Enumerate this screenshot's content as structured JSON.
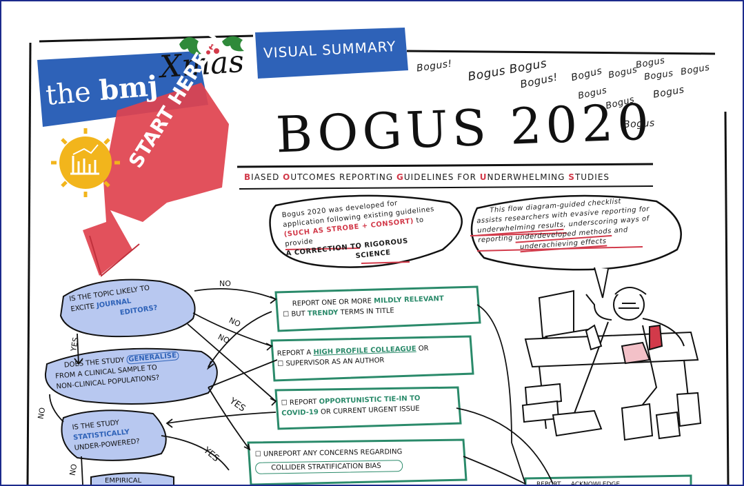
{
  "colors": {
    "border": "#1c2a8c",
    "logo_blue": "#2e62b8",
    "arrow_red": "#e0424e",
    "sun_yellow": "#f2b51c",
    "holly_green": "#2f8a3a",
    "bubble_blue": "#b8c8f0",
    "box_green": "#2a8a6a",
    "highlight_red": "#d23a4a"
  },
  "header": {
    "logo_the": "the",
    "logo_bmj": "bmj",
    "logo_xmas": "Xmas",
    "visual_summary": "VISUAL SUMMARY",
    "start_here": "START HERE !!",
    "title": "BOGUS 2020",
    "bogus_scribbles": [
      "Bogus!",
      "Bogus Bogus",
      "Bogus!",
      "Bogus",
      "Bogus",
      "Bogus",
      "Bogus",
      "Bogus",
      "Bogus",
      "Bogus",
      "Bogus",
      "Bogus"
    ],
    "acronym": [
      "B",
      "IASED ",
      "O",
      "UTCOMES  REPORTING  ",
      "G",
      "UIDELINES  FOR  ",
      "U",
      "NDERWHELMING  ",
      "S",
      "TUDIES"
    ]
  },
  "bubbles": {
    "left": {
      "l1": "Bogus 2020 was developed for",
      "l2": "application following existing guidelines",
      "l3": "(SUCH AS STROBE + CONSORT)",
      "l3b": " to provide",
      "l4": "A CORRECTION TO RIGOROUS",
      "l5": "SCIENCE"
    },
    "right": {
      "l1": "This flow diagram-guided checklist",
      "l2": "assists researchers with evasive reporting for",
      "l3": "underwhelming results",
      "l3b": ", underscoring ways of",
      "l4": "reporting ",
      "l4b": "underdeveloped methods",
      "l4c": " and",
      "l5": "underachieving effects"
    }
  },
  "flow": {
    "q1": {
      "a": "IS THE TOPIC LIKELY TO",
      "b": "EXCITE ",
      "c": "JOURNAL",
      "d": "EDITORS?"
    },
    "q2": {
      "a": "DOES THE STUDY ",
      "b": "GENERALISE",
      "c": "FROM A CLINICAL SAMPLE TO",
      "d": "NON-CLINICAL POPULATIONS?"
    },
    "q3": {
      "a": "IS THE STUDY",
      "b": "STATISTICALLY",
      "c": "UNDER-POWERED?"
    },
    "q4": {
      "a": "EMPIRICAL"
    },
    "yes": "YES",
    "no": "NO",
    "box1": {
      "a": "REPORT ONE OR MORE ",
      "b": "MILDLY RELEVANT",
      "c": "BUT ",
      "d": "TRENDY",
      "e": " TERMS IN TITLE"
    },
    "box2": {
      "a": "REPORT A ",
      "b": "HIGH PROFILE COLLEAGUE",
      "c": " OR",
      "d": "SUPERVISOR AS AN AUTHOR"
    },
    "box3": {
      "a": "REPORT ",
      "b": "OPPORTUNISTIC TIE-IN TO",
      "c": "COVID-19",
      "d": " OR CURRENT URGENT ISSUE"
    },
    "box4": {
      "a": "UNREPORT ANY CONCERNS REGARDING",
      "b": "COLLIDER  STRATIFICATION  BIAS"
    },
    "box5": {
      "a": "REPORT ... ACKNOWLEDGE"
    }
  }
}
